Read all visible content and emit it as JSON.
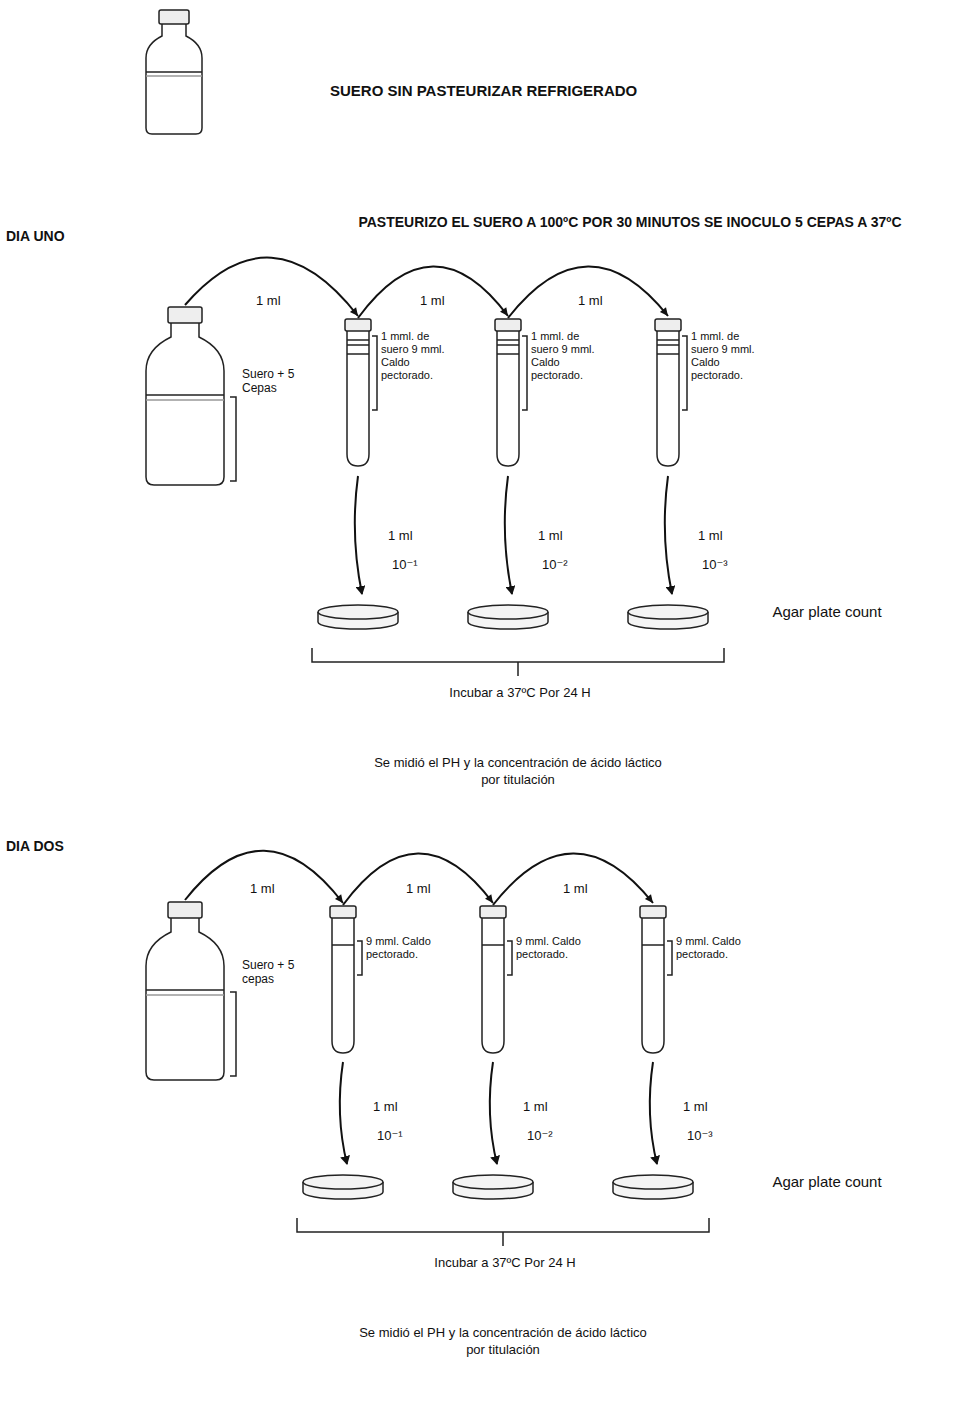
{
  "diagram": {
    "nodes": [
      {
        "text": [
          "Suero + 5 Cepas"
        ]
      },
      {
        "text": [
          "1 mml. de suero 9 mml. Caldo pectorado."
        ]
      },
      {
        "text": [
          "1 mml. de suero 9 mml. Caldo pectorado."
        ]
      },
      {
        "text": [
          "1 mml. de suero 9 mml. Caldo pectorado."
        ]
      },
      {
        "text": [
          "Suero + 5 cepas"
        ]
      },
      {
        "text": [
          "9 mml. Caldo pectorado."
        ]
      },
      {
        "text": [
          "9 mml. Caldo pectorado."
        ]
      },
      {
        "text": [
          "9 mml. Caldo pectorado."
        ]
      }
    ],
    "edges": [
      {
        "from": 0,
        "to": 1,
        "label": "1 ml",
        "arrow": "to"
      },
      {
        "from": 1,
        "to": 2,
        "label": "1 ml",
        "arrow": "to"
      },
      {
        "from": 2,
        "to": 3,
        "label": "1 ml",
        "arrow": "to"
      },
      {
        "from": 4,
        "to": 5,
        "label": "1 ml",
        "arrow": "to"
      },
      {
        "from": 5,
        "to": 6,
        "label": "1 ml",
        "arrow": "to"
      },
      {
        "from": 6,
        "to": 7,
        "label": "1 ml",
        "arrow": "to"
      }
    ],
    "labels": [
      "SUERO SIN PASTEURIZAR REFRIGERADO",
      "DIA UNO",
      "PASTEURIZO EL SUERO A 100ºC POR 30 MINUTOS SE INOCULO 5 CEPAS A 37ºC",
      "1 ml",
      "1 ml",
      "1 ml",
      "10⁻¹",
      "10⁻²",
      "10⁻³",
      "Agar plate count",
      "Incubar a 37ºC Por 24 H",
      "Se midió el PH y la concentración de ácido láctico por titulación",
      "DIA DOS",
      "1 ml",
      "1 ml",
      "1 ml",
      "10⁻¹",
      "10⁻²",
      "10⁻³",
      "Agar plate count",
      "Incubar a 37ºC Por 24 H",
      "Se midió el PH y la concentración de ácido láctico por titulación"
    ]
  }
}
